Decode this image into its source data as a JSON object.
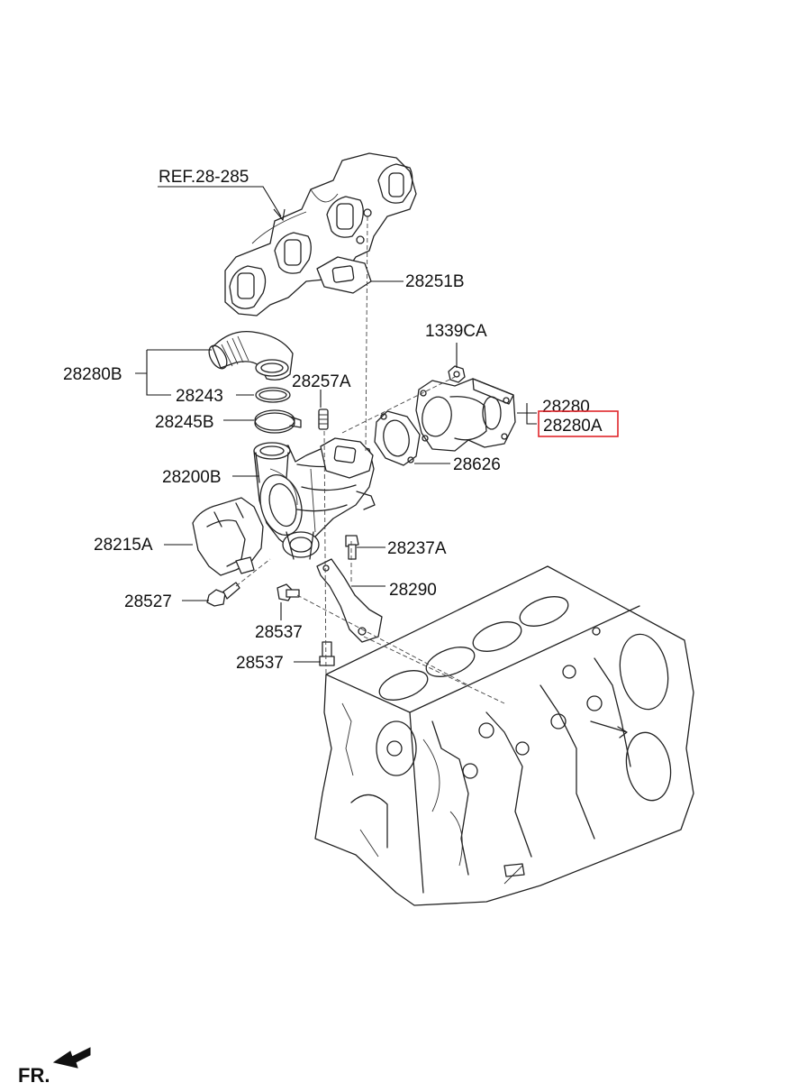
{
  "labels": {
    "ref": "REF.28-285",
    "p28251B": "28251B",
    "p1339CA": "1339CA",
    "p28280B": "28280B",
    "p28243": "28243",
    "p28257A": "28257A",
    "p28280": "28280",
    "p28280A": "28280A",
    "p28245B": "28245B",
    "p28626": "28626",
    "p28200B": "28200B",
    "p28215A": "28215A",
    "p28237A": "28237A",
    "p28290": "28290",
    "p28527": "28527",
    "p28537a": "28537",
    "p28537b": "28537",
    "front": "FR."
  },
  "highlighted_part": "28280A",
  "colors": {
    "line": "#222222",
    "highlight": "#e0262b",
    "background": "#ffffff"
  },
  "icons": {
    "front_direction": "front-arrow-icon"
  }
}
